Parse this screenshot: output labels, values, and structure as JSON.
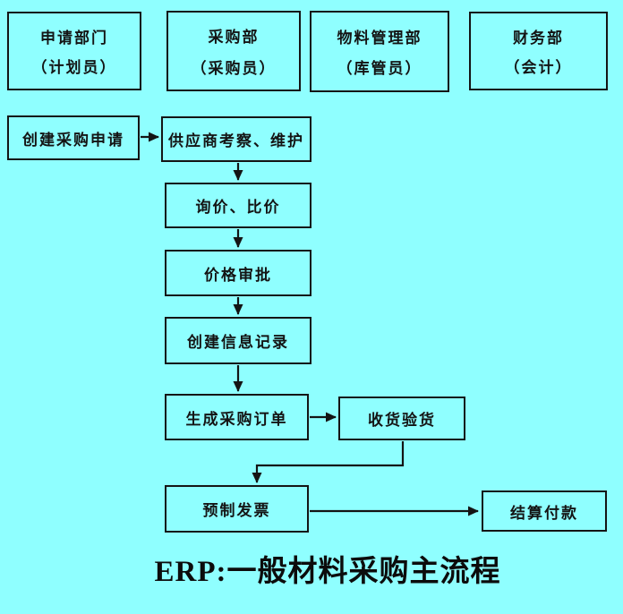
{
  "diagram": {
    "title": "ERP:一般材料采购主流程",
    "background_color": "#8FFFFF",
    "line_color": "#141414"
  },
  "lanes": [
    {
      "line1": "申请部门",
      "line2": "（计划员）"
    },
    {
      "line1": "采购部",
      "line2": "（采购员）"
    },
    {
      "line1": "物料管理部",
      "line2": "（库管员）"
    },
    {
      "line1": "财务部",
      "line2": "（会计）"
    }
  ],
  "steps": [
    {
      "label": "创建采购申请"
    },
    {
      "label": "供应商考察、维护"
    },
    {
      "label": "询价、比价"
    },
    {
      "label": "价格审批"
    },
    {
      "label": "创建信息记录"
    },
    {
      "label": "生成采购订单"
    },
    {
      "label": "收货验货"
    },
    {
      "label": "预制发票"
    },
    {
      "label": "结算付款"
    }
  ],
  "flow": [
    {
      "from": "创建采购申请",
      "to": "供应商考察、维护"
    },
    {
      "from": "供应商考察、维护",
      "to": "询价、比价"
    },
    {
      "from": "询价、比价",
      "to": "价格审批"
    },
    {
      "from": "价格审批",
      "to": "创建信息记录"
    },
    {
      "from": "创建信息记录",
      "to": "生成采购订单"
    },
    {
      "from": "生成采购订单",
      "to": "收货验货"
    },
    {
      "from": "收货验货",
      "to": "预制发票"
    },
    {
      "from": "预制发票",
      "to": "结算付款"
    }
  ]
}
